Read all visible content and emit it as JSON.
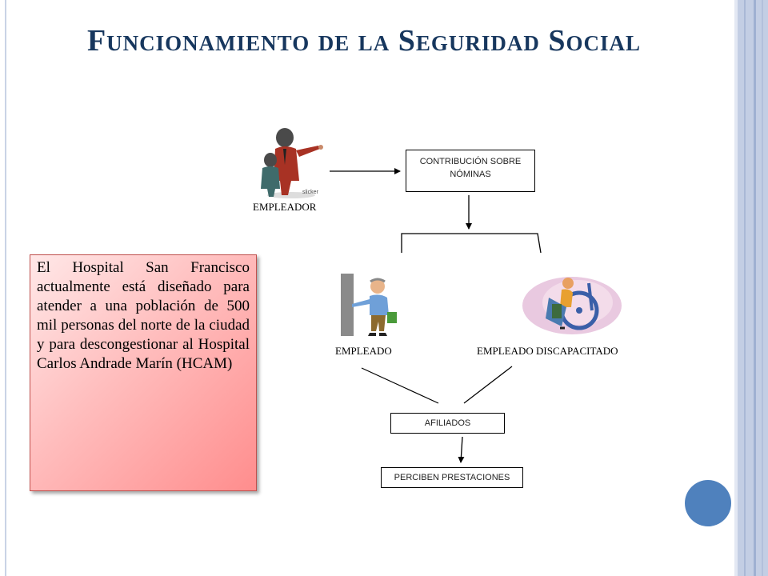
{
  "slide": {
    "title": "Funcionamiento de la Seguridad Social",
    "info_text": "El Hospital San Francisco actualmente está diseñado para atender a una población de 500 mil personas del norte de la ciudad y para descongestionar al Hospital Carlos Andrade Marín (HCAM)"
  },
  "diagram": {
    "nodes": {
      "employer": "EMPLEADOR",
      "contribution": "CONTRIBUCIÓN SOBRE NÓMINAS",
      "employee": "EMPLEADO",
      "disabled_employee": "EMPLEADO DISCAPACITADO",
      "affiliates": "AFILIADOS",
      "benefits": "PERCIBEN PRESTACIONES"
    },
    "clipart_watermark": "slicker"
  },
  "colors": {
    "title": "#17375e",
    "accent_circle": "#4f81bd",
    "info_border": "#c0504d",
    "side_band": "#c3cee4"
  }
}
